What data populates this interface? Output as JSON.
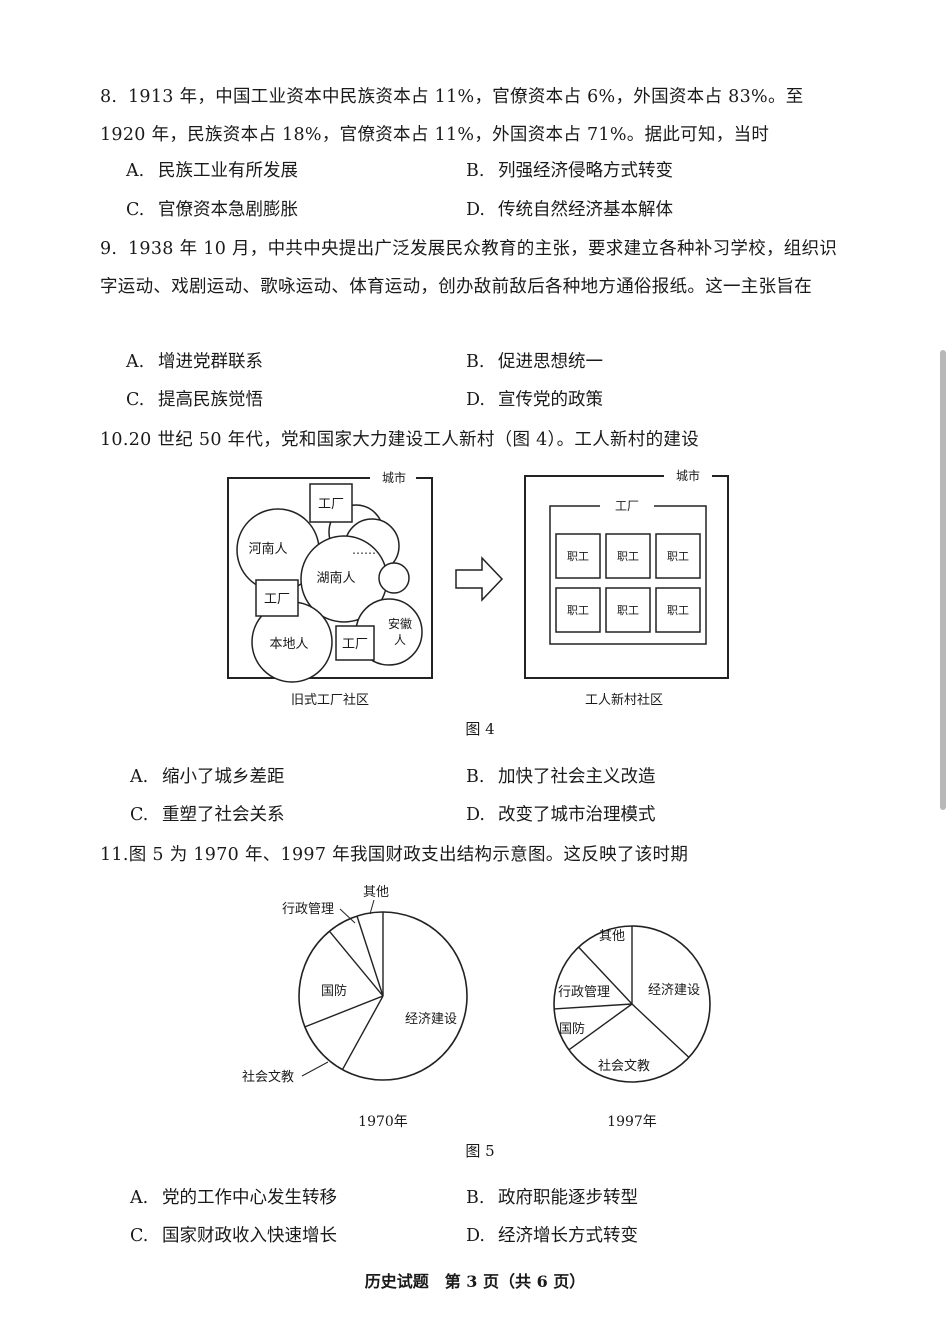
{
  "questions": [
    {
      "number": "8.",
      "stem": "1913 年，中国工业资本中民族资本占 11%，官僚资本占 6%，外国资本占 83%。至 1920 年，民族资本占 18%，官僚资本占 11%，外国资本占 71%。据此可知，当时",
      "options": [
        {
          "letter": "A.",
          "text": "民族工业有所发展"
        },
        {
          "letter": "B.",
          "text": "列强经济侵略方式转变"
        },
        {
          "letter": "C.",
          "text": "官僚资本急剧膨胀"
        },
        {
          "letter": "D.",
          "text": "传统自然经济基本解体"
        }
      ]
    },
    {
      "number": "9.",
      "stem": "1938 年 10 月，中共中央提出广泛发展民众教育的主张，要求建立各种补习学校，组织识字运动、戏剧运动、歌咏运动、体育运动，创办敌前敌后各种地方通俗报纸。这一主张旨在",
      "options": [
        {
          "letter": "A.",
          "text": "增进党群联系"
        },
        {
          "letter": "B.",
          "text": "促进思想统一"
        },
        {
          "letter": "C.",
          "text": "提高民族觉悟"
        },
        {
          "letter": "D.",
          "text": "宣传党的政策"
        }
      ]
    },
    {
      "number": "10.",
      "stem": "20 世纪 50 年代，党和国家大力建设工人新村（图 4）。工人新村的建设",
      "options": [
        {
          "letter": "A.",
          "text": "缩小了城乡差距"
        },
        {
          "letter": "B.",
          "text": "加快了社会主义改造"
        },
        {
          "letter": "C.",
          "text": "重塑了社会关系"
        },
        {
          "letter": "D.",
          "text": "改变了城市治理模式"
        }
      ]
    },
    {
      "number": "11.",
      "stem": "图 5 为 1970 年、1997 年我国财政支出结构示意图。这反映了该时期",
      "options": [
        {
          "letter": "A.",
          "text": "党的工作中心发生转移"
        },
        {
          "letter": "B.",
          "text": "政府职能逐步转型"
        },
        {
          "letter": "C.",
          "text": "国家财政收入快速增长"
        },
        {
          "letter": "D.",
          "text": "经济增长方式转变"
        }
      ]
    }
  ],
  "figure4": {
    "left": {
      "city_label": "城市",
      "factory": "工厂",
      "henan": "河南人",
      "ellipsis": "……",
      "hunan": "湖南人",
      "anhui": "安徽人",
      "local": "本地人",
      "caption": "旧式工厂社区"
    },
    "right": {
      "city_label": "城市",
      "factory": "工厂",
      "worker": "职工",
      "caption": "工人新村社区"
    },
    "title": "图 4"
  },
  "figure5": {
    "title": "图 5",
    "labels": {
      "economic": "经济建设",
      "defense": "国防",
      "admin": "行政管理",
      "other": "其他",
      "culture": "社会文教"
    }
  },
  "chart_data": [
    {
      "type": "pie",
      "title": "1970年",
      "categories": [
        "经济建设",
        "社会文教",
        "国防",
        "行政管理",
        "其他"
      ],
      "values": [
        58,
        11,
        20,
        6,
        5
      ]
    },
    {
      "type": "pie",
      "title": "1997年",
      "categories": [
        "经济建设",
        "社会文教",
        "国防",
        "行政管理",
        "其他"
      ],
      "values": [
        37,
        28,
        9,
        14,
        12
      ]
    }
  ],
  "footer": "历史试题　第 3 页（共 6 页）"
}
